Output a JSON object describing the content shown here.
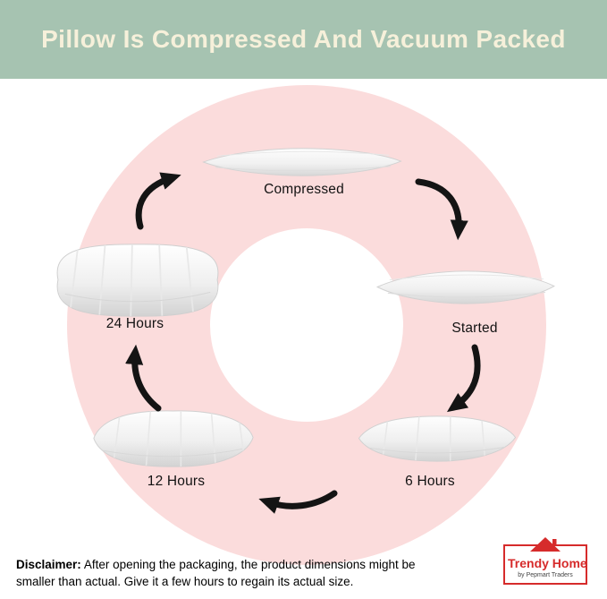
{
  "header": {
    "title": "Pillow Is Compressed And Vacuum Packed",
    "bg_color": "#a6c3b1",
    "text_color": "#f6f0da"
  },
  "diagram": {
    "ring_color": "#fbdcdc",
    "arrow_color": "#141414",
    "stages": [
      {
        "id": "compressed",
        "label": "Compressed"
      },
      {
        "id": "started",
        "label": "Started"
      },
      {
        "id": "6-hours",
        "label": "6 Hours"
      },
      {
        "id": "12-hours",
        "label": "12 Hours"
      },
      {
        "id": "24-hours",
        "label": "24 Hours"
      }
    ],
    "cycle_order": [
      "Compressed",
      "Started",
      "6 Hours",
      "12 Hours",
      "24 Hours"
    ]
  },
  "footer": {
    "disclaimer_label": "Disclaimer:",
    "disclaimer_text": "After opening the packaging, the product dimensions might be smaller than actual. Give it a few hours to regain its actual size."
  },
  "logo": {
    "brand": "Trendy Home",
    "tagline": "by Pepmart Traders",
    "accent_color": "#d62b2b"
  }
}
